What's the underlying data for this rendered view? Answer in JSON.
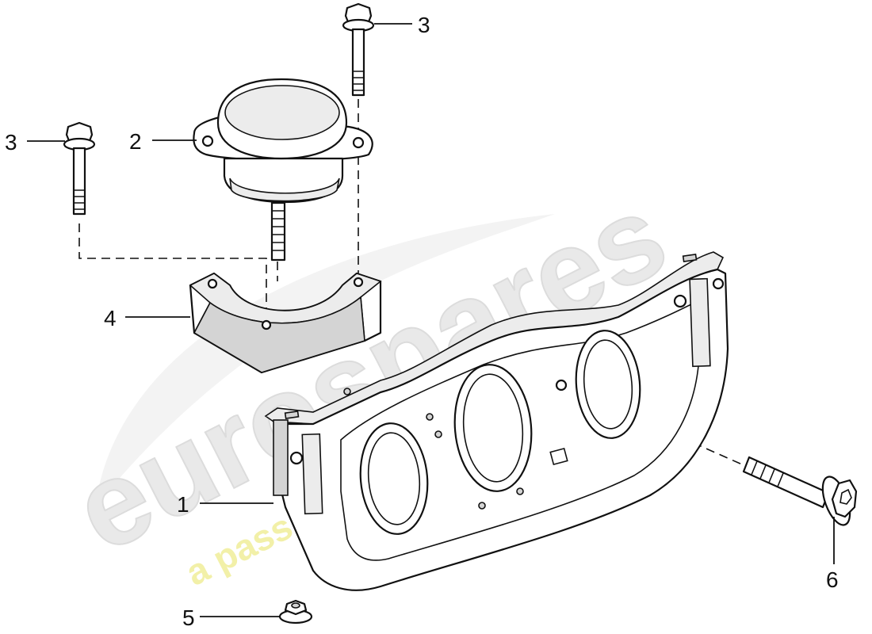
{
  "watermark": {
    "brand": "eurospares",
    "tagline": "a passion for parts since 1985",
    "brand_color": "#e6e6e6",
    "tagline_color": "#f1ef9a"
  },
  "callouts": {
    "part_1": "1",
    "part_2": "2",
    "part_3_left": "3",
    "part_3_right": "3",
    "part_4": "4",
    "part_5": "5",
    "part_6": "6"
  }
}
